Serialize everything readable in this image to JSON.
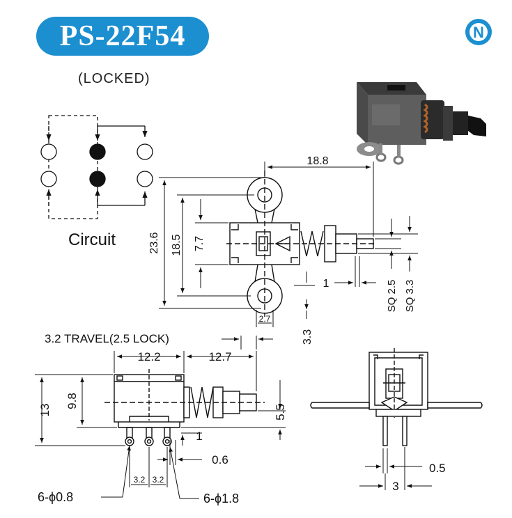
{
  "title": "PS-22F54",
  "subtitle": "(LOCKED)",
  "logo": "N",
  "colors": {
    "brand": "#1c8fd0",
    "line": "#111111",
    "contact_filled": "#111111"
  },
  "circuit_label": "Circuit",
  "top_view": {
    "dim_overall_length": "18.8",
    "dim_total_height": "23.6",
    "dim_mount_pitch": "18.5",
    "dim_body_height": "7.7",
    "dim_eyelet": "2.7",
    "dim_offset": "3.3",
    "dim_plunger_step": "1",
    "dim_square_small": "SQ 2.5",
    "dim_square_large": "SQ 3.3"
  },
  "side_view": {
    "travel_label": "3.2 TRAVEL(2.5 LOCK)",
    "dim_body_width": "12.2",
    "dim_plunger_length": "12.7",
    "dim_overall_height": "13",
    "dim_body_height": "9.8",
    "dim_pin_height": "5.5",
    "dim_pin_step": "1",
    "dim_pin_thickness": "0.6",
    "dim_pin_pitch_a": "3.2",
    "dim_pin_pitch_b": "3.2",
    "callout_hole": "6-ϕ0.8",
    "callout_pad": "6-ϕ1.8"
  },
  "end_view": {
    "dim_pin_width": "0.5",
    "dim_pin_spacing": "3"
  }
}
